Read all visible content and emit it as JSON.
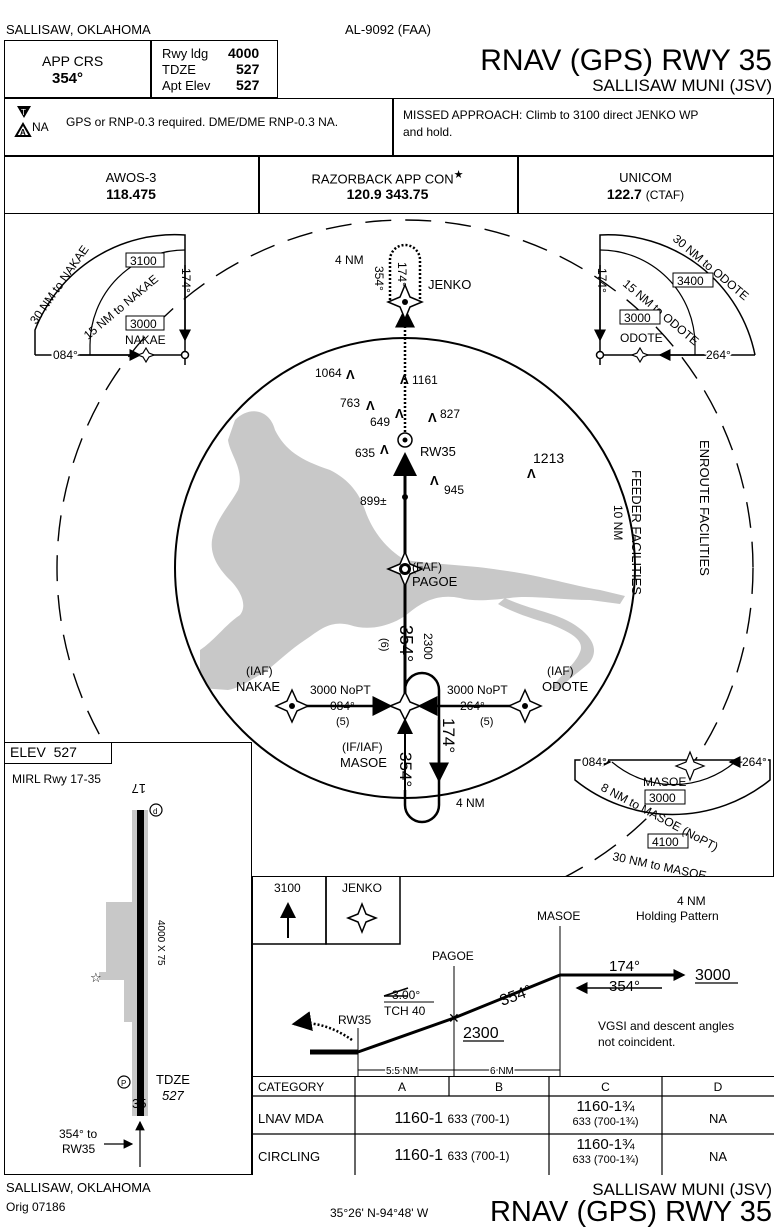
{
  "header": {
    "location": "SALLISAW, OKLAHOMA",
    "chart_id": "AL-9092 (FAA)",
    "title": "RNAV (GPS) RWY 35",
    "airport": "SALLISAW MUNI (JSV)"
  },
  "info": {
    "app_crs_label": "APP CRS",
    "app_crs_value": "354°",
    "rwy_ldg_label": "Rwy ldg",
    "rwy_ldg_value": "4000",
    "tdze_label": "TDZE",
    "tdze_value": "527",
    "apt_elev_label": "Apt Elev",
    "apt_elev_value": "527"
  },
  "notes": {
    "gps_note": "GPS or RNP-0.3 required.  DME/DME RNP-0.3 NA.",
    "na_label": "NA",
    "missed_approach": "MISSED APPROACH:  Climb to 3100 direct JENKO WP",
    "missed_approach_2": "and hold."
  },
  "comms": [
    {
      "name": "AWOS-3",
      "freq": "118.475"
    },
    {
      "name": "RAZORBACK APP CON",
      "freq": "120.9  343.75"
    },
    {
      "name": "UNICOM",
      "freq": "122.7",
      "suffix": "(CTAF)"
    }
  ],
  "plan": {
    "nakae_30": "30 NM to NAKAE",
    "nakae_15": "15 NM to NAKAE",
    "nakae_alt1": "3100",
    "nakae_alt2": "3000",
    "nakae_name": "NAKAE",
    "nakae_crs": "174°",
    "nakae_in": "084°",
    "odote_30": "30 NM to ODOTE",
    "odote_15": "15 NM to ODOTE",
    "odote_alt1": "3400",
    "odote_alt2": "3000",
    "odote_name": "ODOTE",
    "odote_crs": "174°",
    "odote_in": "264°",
    "jenko": "JENKO",
    "hold_4nm": "4 NM",
    "hold_174": "174°",
    "hold_354": "354°",
    "obs_1064": "1064",
    "obs_1161": "1161",
    "obs_763": "763",
    "obs_827": "827",
    "obs_649": "649",
    "obs_635": "635",
    "obs_1213": "1213",
    "obs_945": "945",
    "obs_899": "899±",
    "rw35": "RW35",
    "faf": "(FAF)",
    "pagoe": "PAGOE",
    "crs_354": "354°",
    "dist_6": "(6)",
    "alt_2300": "2300",
    "feeder": "FEEDER FACILITIES",
    "enroute": "ENROUTE FACILITIES",
    "ten_nm": "10 NM",
    "iaf_w": "(IAF)",
    "nakae_w": "NAKAE",
    "noPT_w": "3000 NoPT",
    "crs_084": "084°",
    "dist_5w": "(5)",
    "iaf_e": "(IAF)",
    "odote_e": "ODOTE",
    "noPT_e": "3000 NoPT",
    "crs_264": "264°",
    "dist_5e": "(5)",
    "if_iaf": "(IF/IAF)",
    "masoe": "MASOE",
    "crs_354b": "354°",
    "crs_174": "174°",
    "hold_4nm_b": "4 NM",
    "masoe_8": "8 NM to MASOE (NoPT)",
    "masoe_30": "30 NM to MASOE",
    "masoe_name": "MASOE",
    "masoe_alt1": "3000",
    "masoe_alt2": "4100",
    "masoe_084": "084°",
    "masoe_264": "264°"
  },
  "airport": {
    "elev_label": "ELEV",
    "elev_value": "527",
    "lighting": "MIRL Rwy 17-35",
    "rwy_17": "17",
    "rwy_35": "35",
    "dims": "4000 X 75",
    "tdze_label": "TDZE",
    "tdze_value": "527",
    "approach": "354° to",
    "approach_2": "RW35"
  },
  "profile": {
    "missed_alt": "3100",
    "missed_fix": "JENKO",
    "holding_1": "4 NM",
    "holding_2": "Holding Pattern",
    "masoe": "MASOE",
    "pagoe": "PAGOE",
    "rw35": "RW35",
    "gs": "3.00°",
    "tch": "TCH 40",
    "alt_2300": "2300",
    "crs_354": "354°",
    "crs_174": "174°",
    "crs_354b": "354°",
    "alt_3000": "3000",
    "vgsi": "VGSI and descent angles",
    "vgsi_2": "not coincident.",
    "dist_1": "5.5 NM",
    "dist_2": "6 NM"
  },
  "minimums": {
    "headers": [
      "CATEGORY",
      "A",
      "B",
      "C",
      "D"
    ],
    "rows": [
      {
        "label": "LNAV  MDA",
        "ab_main": "1160-1",
        "ab_sub": "633 (700-1)",
        "c_main": "1160-1¾",
        "c_sub": "633 (700-1¾)",
        "d": "NA"
      },
      {
        "label": "CIRCLING",
        "ab_main": "1160-1",
        "ab_sub": "633 (700-1)",
        "c_main": "1160-1¾",
        "c_sub": "633 (700-1¾)",
        "d": "NA"
      }
    ]
  },
  "footer": {
    "location": "SALLISAW, OKLAHOMA",
    "orig": "Orig 07186",
    "coords": "35°26' N-94°48' W",
    "airport": "SALLISAW MUNI (JSV)",
    "title": "RNAV (GPS) RWY 35"
  }
}
